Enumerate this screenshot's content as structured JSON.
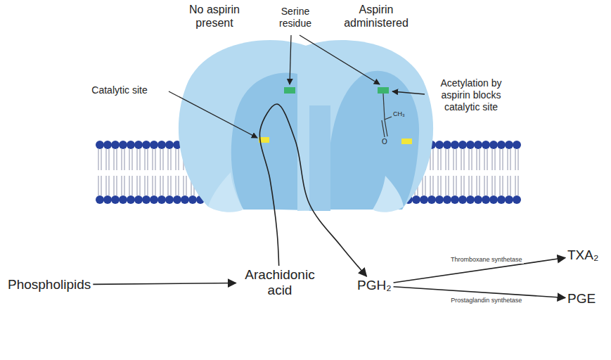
{
  "diagram": {
    "nodes": [
      {
        "text": [
          "Phospholipids"
        ]
      },
      {
        "text": [
          "Arachidonic acid"
        ]
      },
      {
        "text": [
          "PGH₂"
        ]
      },
      {
        "text": [
          "TXA₂"
        ]
      },
      {
        "text": [
          "PGE"
        ]
      }
    ],
    "edges": [
      {
        "from": 0,
        "to": 1,
        "arrow": "to"
      },
      {
        "from": 1,
        "to": 2,
        "arrow": "to"
      },
      {
        "from": 2,
        "to": 3,
        "label": "Thromboxane synthetase",
        "arrow": "to"
      },
      {
        "from": 2,
        "to": 4,
        "label": "Prostaglandin synthetase",
        "arrow": "to"
      }
    ],
    "labels": [
      "No aspirin present",
      "Serine residue",
      "Aspirin administered",
      "Catalytic site",
      "Acetylation by aspirin blocks catalytic site",
      "CH₃",
      "O"
    ]
  }
}
